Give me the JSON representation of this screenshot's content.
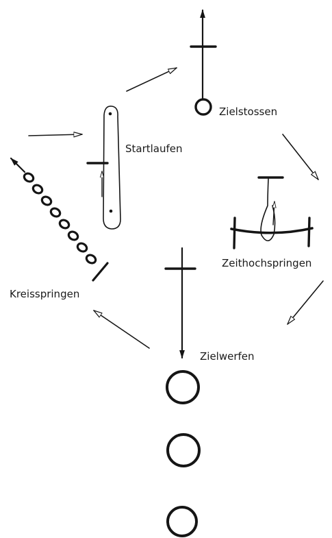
{
  "stations": {
    "startlaufen": "Startlaufen",
    "zielstossen": "Zielstossen",
    "zeithochspringen": "Zeithochspringen",
    "zielwerfen": "Zielwerfen",
    "kreisspringen": "Kreisspringen"
  },
  "ink_color": "#151515"
}
